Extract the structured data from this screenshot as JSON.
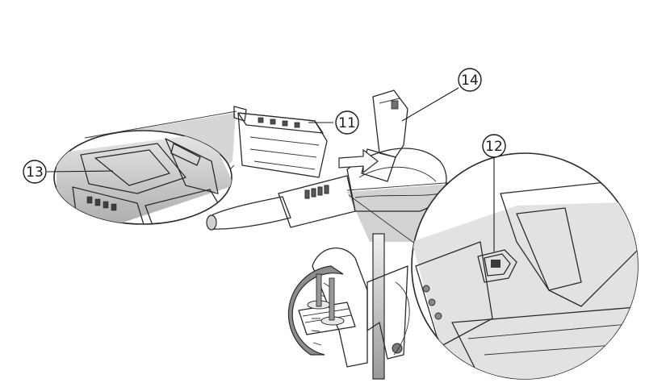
{
  "callouts": [
    {
      "id": "c11",
      "label": "11"
    },
    {
      "id": "c12",
      "label": "12"
    },
    {
      "id": "c13",
      "label": "13"
    },
    {
      "id": "c14",
      "label": "14"
    }
  ],
  "colors": {
    "outline": "#2b2b2b",
    "body_light": "#d9d9d9",
    "body_mid": "#bdbdbd",
    "body_dark": "#7a7a7a",
    "background": "#ffffff"
  }
}
